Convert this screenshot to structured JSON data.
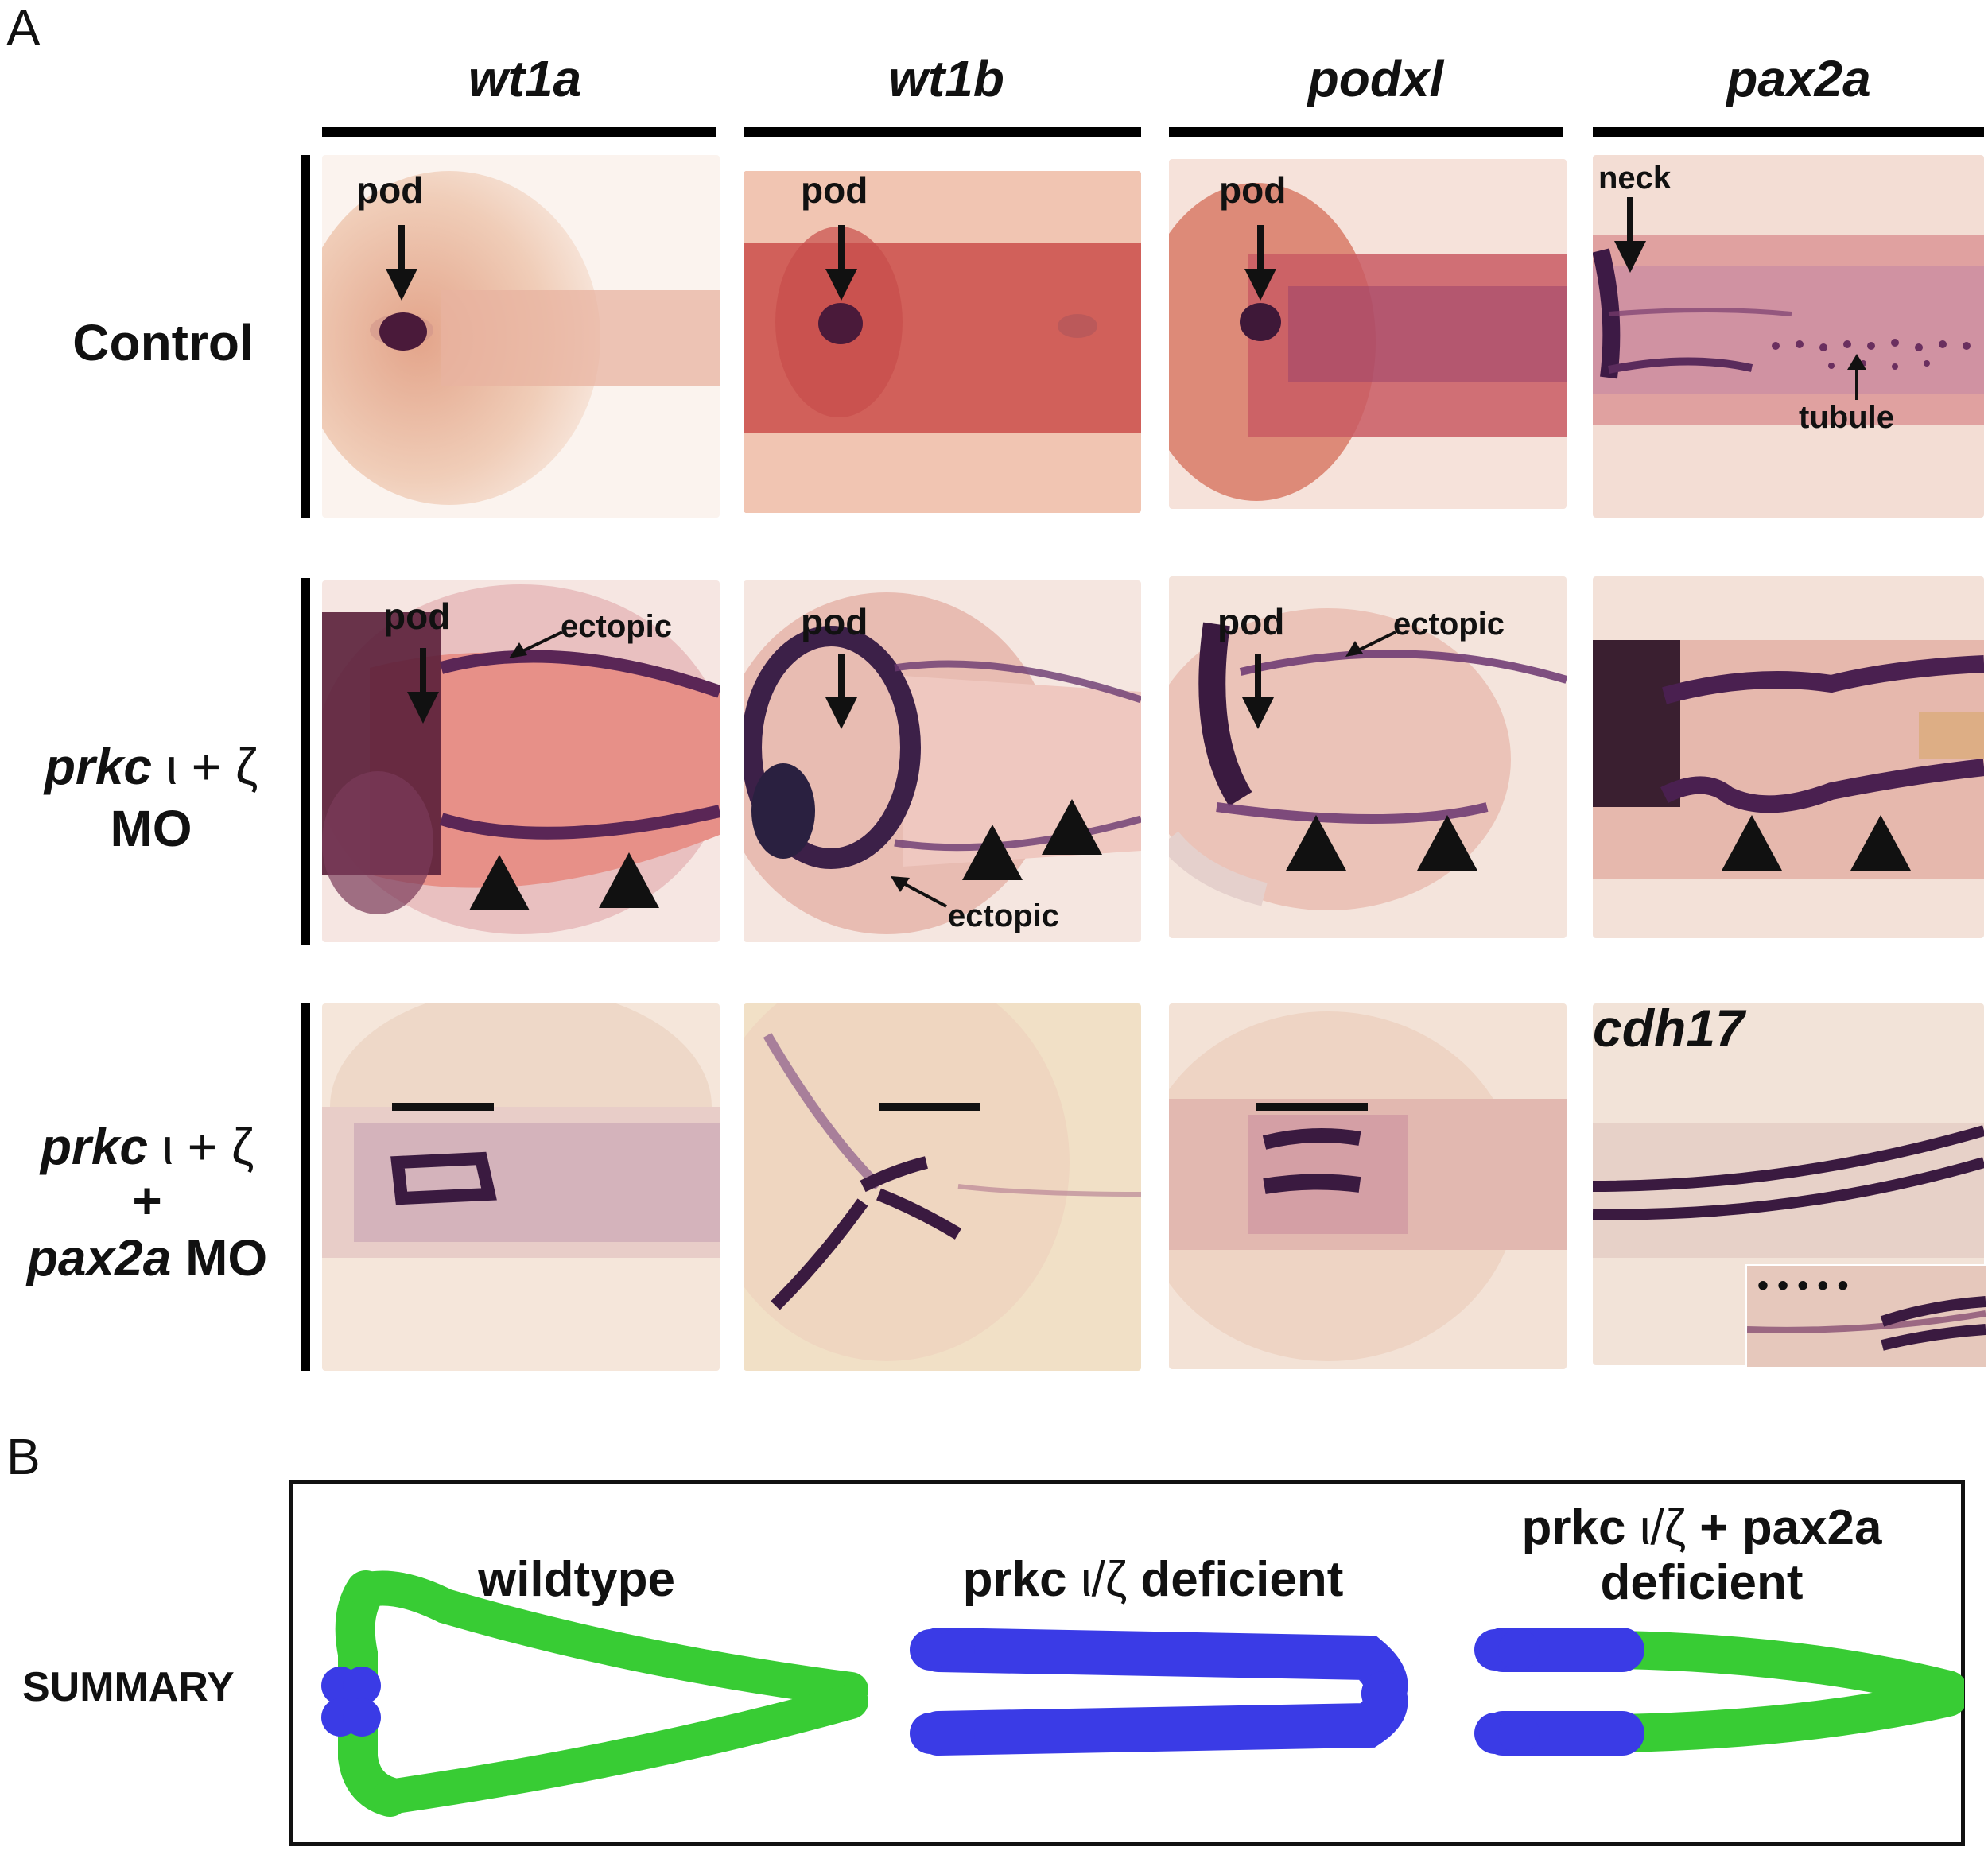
{
  "panel_a": {
    "letter": "A",
    "columns": [
      "wt1a",
      "wt1b",
      "podxl",
      "pax2a"
    ],
    "rows": {
      "control": "Control",
      "prkc_main": "prkc",
      "greek_combo": "ι + ζ",
      "mo": "MO",
      "plus": "+",
      "pax2a": "pax2a",
      "mo_suffix": " MO"
    },
    "annotations": {
      "pod": "pod",
      "neck": "neck",
      "tubule": "tubule",
      "ectopic": "ectopic",
      "cdh17": "cdh17",
      "dots": "• • • • •"
    }
  },
  "panel_b": {
    "letter": "B",
    "summary_label": "SUMMARY",
    "wildtype": "wildtype",
    "prkc_deficient_prefix": "prkc ",
    "prkc_deficient_greek": "ι/ζ",
    "prkc_deficient_suffix": " deficient",
    "combo_line1_prefix": "prkc ",
    "combo_line1_greek": "ι/ζ",
    "combo_line1_suffix": " + pax2a",
    "combo_line2": "deficient",
    "colors": {
      "glomerulus": "#3a3be6",
      "tubule": "#38cc34"
    }
  }
}
